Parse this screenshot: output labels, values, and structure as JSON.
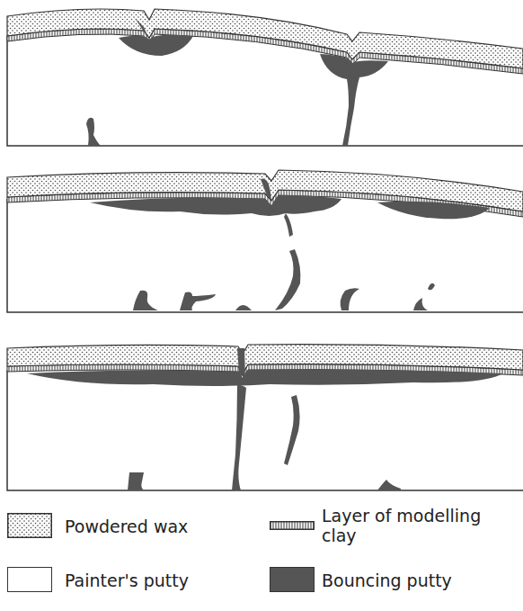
{
  "diagram": {
    "legend": [
      {
        "text": "Powdered wax"
      },
      {
        "text": "Layer of modelling clay"
      },
      {
        "text": "Painter's putty",
        "color": "#ffffff"
      },
      {
        "text": "Bouncing putty",
        "color": "#555555"
      }
    ]
  }
}
